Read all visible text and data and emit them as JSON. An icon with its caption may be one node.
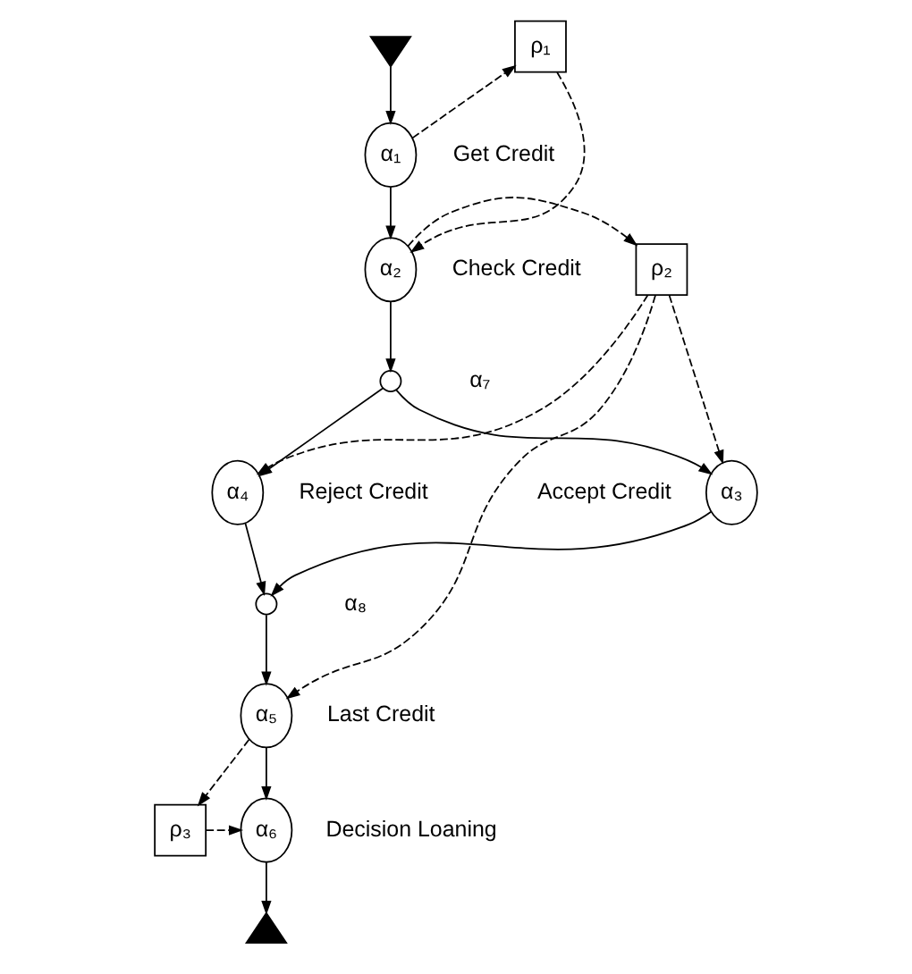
{
  "diagram": {
    "nodes": [
      {
        "text": [],
        "shape": "triangle"
      },
      {
        "text": [
          "α₁"
        ],
        "beside": [
          "Get Credit"
        ]
      },
      {
        "text": [
          "ρ₁"
        ]
      },
      {
        "text": [
          "ρ₂"
        ]
      },
      {
        "text": [
          "α₂"
        ],
        "beside": [
          "Check Credit"
        ]
      },
      {
        "text": [],
        "shape": "circle",
        "beside": [
          "α₇"
        ]
      },
      {
        "text": [
          "α₃"
        ],
        "beside": [
          "Accept Credit"
        ]
      },
      {
        "text": [
          "α₄"
        ],
        "beside": [
          "Reject Credit"
        ]
      },
      {
        "text": [],
        "shape": "circle",
        "beside": [
          "α₈"
        ]
      },
      {
        "text": [
          "α₅"
        ],
        "beside": [
          "Last Credit"
        ]
      },
      {
        "text": [
          "ρ₃"
        ]
      },
      {
        "text": [
          "α₆"
        ],
        "beside": [
          "Decision Loaning"
        ]
      },
      {
        "text": [],
        "shape": "triangle"
      }
    ],
    "edges": [
      {
        "from": 0,
        "to": 1,
        "arrow": "to"
      },
      {
        "from": 1,
        "to": 4,
        "arrow": "to"
      },
      {
        "from": 1,
        "to": 2,
        "arrow": "to",
        "style": "dashed"
      },
      {
        "from": 2,
        "to": 4,
        "arrow": "to",
        "style": "dashed"
      },
      {
        "from": 4,
        "to": 3,
        "arrow": "to",
        "style": "dashed"
      },
      {
        "from": 4,
        "to": 5,
        "arrow": "to"
      },
      {
        "from": 5,
        "to": 6,
        "arrow": "to"
      },
      {
        "from": 5,
        "to": 7,
        "arrow": "to"
      },
      {
        "from": 3,
        "to": 6,
        "arrow": "to",
        "style": "dashed"
      },
      {
        "from": 3,
        "to": 7,
        "arrow": "to",
        "style": "dashed"
      },
      {
        "from": 3,
        "to": 9,
        "arrow": "to",
        "style": "dashed"
      },
      {
        "from": 6,
        "to": 8,
        "arrow": "to"
      },
      {
        "from": 7,
        "to": 8,
        "arrow": "to"
      },
      {
        "from": 8,
        "to": 9,
        "arrow": "to"
      },
      {
        "from": 9,
        "to": 10,
        "arrow": "to",
        "style": "dashed"
      },
      {
        "from": 10,
        "to": 11,
        "arrow": "to",
        "style": "dashed"
      },
      {
        "from": 9,
        "to": 11,
        "arrow": "to"
      },
      {
        "from": 11,
        "to": 12,
        "arrow": "to"
      }
    ]
  }
}
